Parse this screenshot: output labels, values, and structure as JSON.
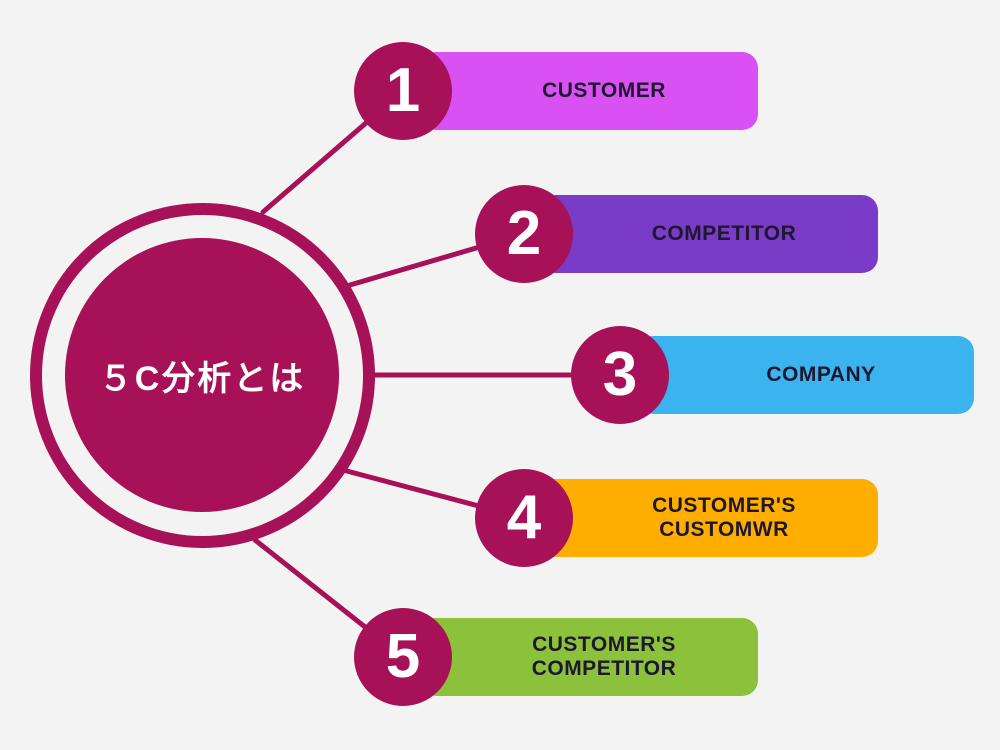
{
  "background_color": "#F4F3F4",
  "theme": {
    "accent": "#A61157",
    "label_text": "#1D1730",
    "number_text": "#FFFFFF",
    "title_text": "#FFFFFF"
  },
  "hub": {
    "title": "５C分析とは"
  },
  "items": [
    {
      "number": "1",
      "label": "CUSTOMER",
      "bar_color": "#D951F2"
    },
    {
      "number": "2",
      "label": "COMPETITOR",
      "bar_color": "#7A3BC6"
    },
    {
      "number": "3",
      "label": "COMPANY",
      "bar_color": "#3BB3EE"
    },
    {
      "number": "4",
      "label": "CUSTOMER'S\nCUSTOMWR",
      "bar_color": "#FFAE00"
    },
    {
      "number": "5",
      "label": "CUSTOMER'S\nCOMPETITOR",
      "bar_color": "#8CC13B"
    }
  ]
}
